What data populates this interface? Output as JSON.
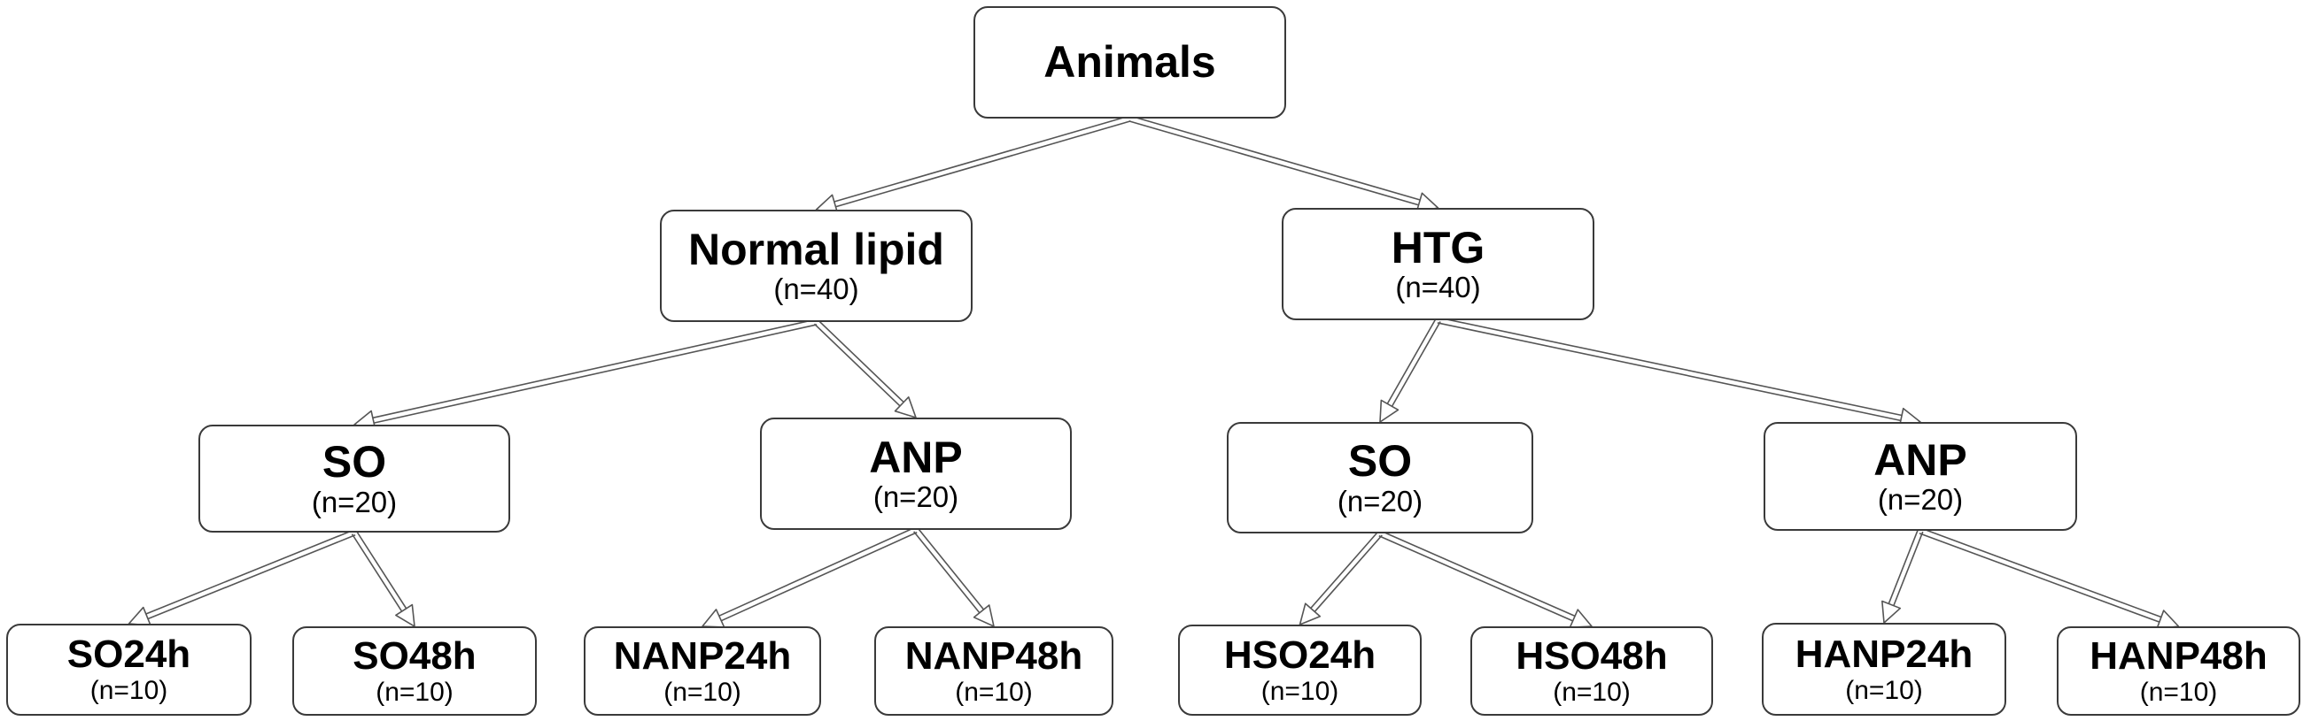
{
  "root": {
    "title": "Animals"
  },
  "level1": [
    {
      "title": "Normal lipid",
      "n": "(n=40)"
    },
    {
      "title": "HTG",
      "n": "(n=40)"
    }
  ],
  "level2": [
    {
      "title": "SO",
      "n": "(n=20)"
    },
    {
      "title": "ANP",
      "n": "(n=20)"
    },
    {
      "title": "SO",
      "n": "(n=20)"
    },
    {
      "title": "ANP",
      "n": "(n=20)"
    }
  ],
  "level3": [
    {
      "title": "SO24h",
      "n": "(n=10)"
    },
    {
      "title": "SO48h",
      "n": "(n=10)"
    },
    {
      "title": "NANP24h",
      "n": "(n=10)"
    },
    {
      "title": "NANP48h",
      "n": "(n=10)"
    },
    {
      "title": "HSO24h",
      "n": "(n=10)"
    },
    {
      "title": "HSO48h",
      "n": "(n=10)"
    },
    {
      "title": "HANP24h",
      "n": "(n=10)"
    },
    {
      "title": "HANP48h",
      "n": "(n=10)"
    }
  ],
  "edges": [
    [
      "animals",
      "normal"
    ],
    [
      "animals",
      "htg"
    ],
    [
      "normal",
      "so1"
    ],
    [
      "normal",
      "anp1"
    ],
    [
      "htg",
      "so2"
    ],
    [
      "htg",
      "anp2"
    ],
    [
      "so1",
      "so24"
    ],
    [
      "so1",
      "so48"
    ],
    [
      "anp1",
      "nanp24"
    ],
    [
      "anp1",
      "nanp48"
    ],
    [
      "so2",
      "hso24"
    ],
    [
      "so2",
      "hso48"
    ],
    [
      "anp2",
      "hanp24"
    ],
    [
      "anp2",
      "hanp48"
    ]
  ],
  "colors": {
    "border": "#3a3a3a",
    "arrow": "#555555",
    "background": "#ffffff"
  }
}
